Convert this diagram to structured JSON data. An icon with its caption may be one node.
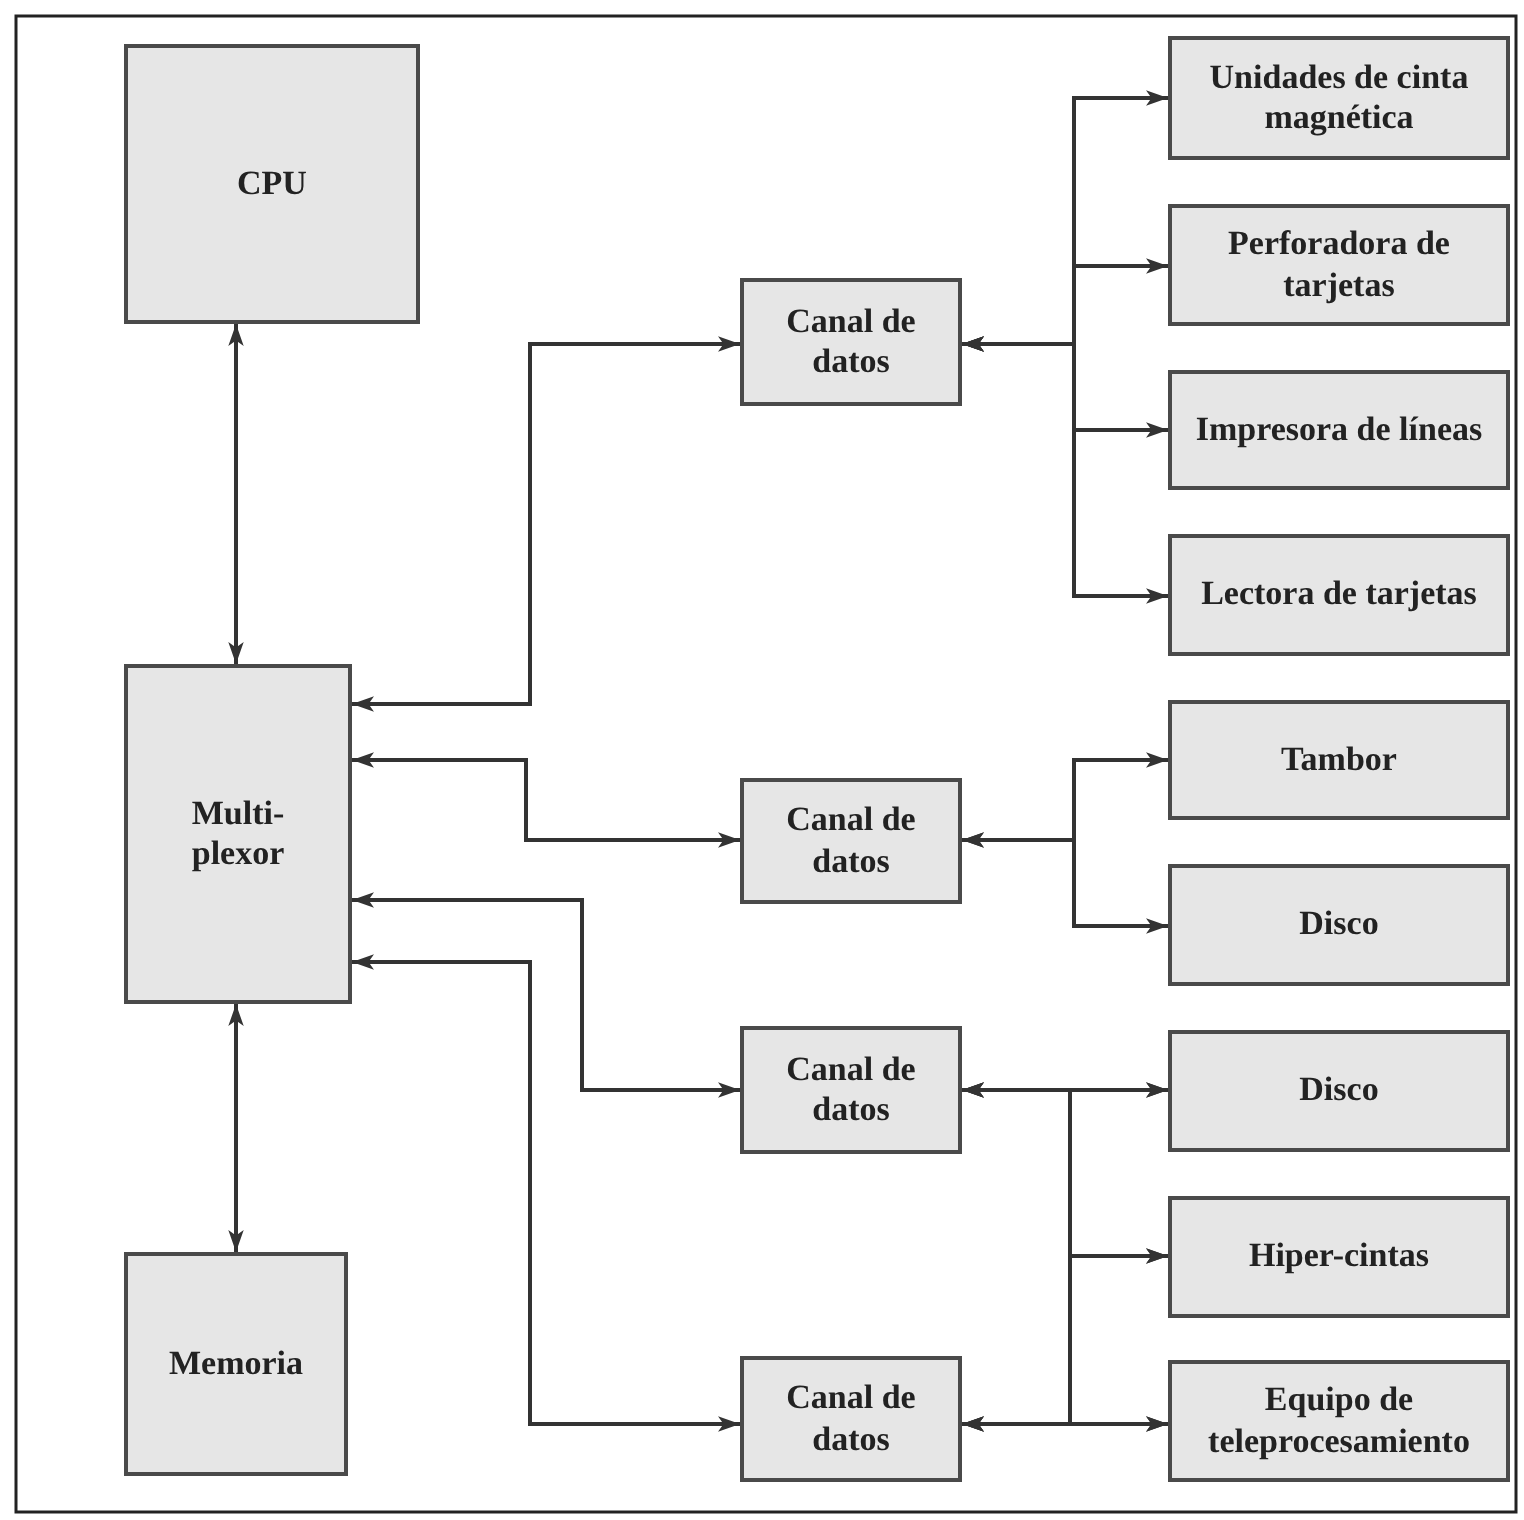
{
  "diagram": {
    "nodes": [
      {
        "text": [
          "CPU"
        ]
      },
      {
        "text": [
          "Multi-plexor"
        ]
      },
      {
        "text": [
          "Memoria"
        ]
      },
      {
        "text": [
          "Canal de datos"
        ]
      },
      {
        "text": [
          "Canal de datos"
        ]
      },
      {
        "text": [
          "Canal de datos"
        ]
      },
      {
        "text": [
          "Canal de datos"
        ]
      },
      {
        "text": [
          "Unidades de cinta magnética"
        ]
      },
      {
        "text": [
          "Perforadora de tarjetas"
        ]
      },
      {
        "text": [
          "Impresora de líneas"
        ]
      },
      {
        "text": [
          "Lectora de tarjetas"
        ]
      },
      {
        "text": [
          "Tambor"
        ]
      },
      {
        "text": [
          "Disco"
        ]
      },
      {
        "text": [
          "Disco"
        ]
      },
      {
        "text": [
          "Hiper-cintas"
        ]
      },
      {
        "text": [
          "Equipo de teleprocesamiento"
        ]
      }
    ],
    "edges": [
      {
        "from": 0,
        "to": 1,
        "arrow": "both"
      },
      {
        "from": 1,
        "to": 2,
        "arrow": "both"
      },
      {
        "from": 1,
        "to": 3,
        "arrow": "both"
      },
      {
        "from": 1,
        "to": 4,
        "arrow": "both"
      },
      {
        "from": 1,
        "to": 5,
        "arrow": "both"
      },
      {
        "from": 1,
        "to": 6,
        "arrow": "both"
      },
      {
        "from": 3,
        "to": 7,
        "arrow": "both"
      },
      {
        "from": 3,
        "to": 8,
        "arrow": "both"
      },
      {
        "from": 3,
        "to": 9,
        "arrow": "both"
      },
      {
        "from": 3,
        "to": 10,
        "arrow": "both"
      },
      {
        "from": 4,
        "to": 11,
        "arrow": "both"
      },
      {
        "from": 4,
        "to": 12,
        "arrow": "both"
      },
      {
        "from": 5,
        "to": 13,
        "arrow": "both"
      },
      {
        "from": 5,
        "to": 14,
        "arrow": "both"
      },
      {
        "from": 5,
        "to": 15,
        "arrow": "both"
      },
      {
        "from": 6,
        "to": 13,
        "arrow": "both"
      },
      {
        "from": 6,
        "to": 14,
        "arrow": "both"
      },
      {
        "from": 6,
        "to": 15,
        "arrow": "both"
      }
    ]
  }
}
